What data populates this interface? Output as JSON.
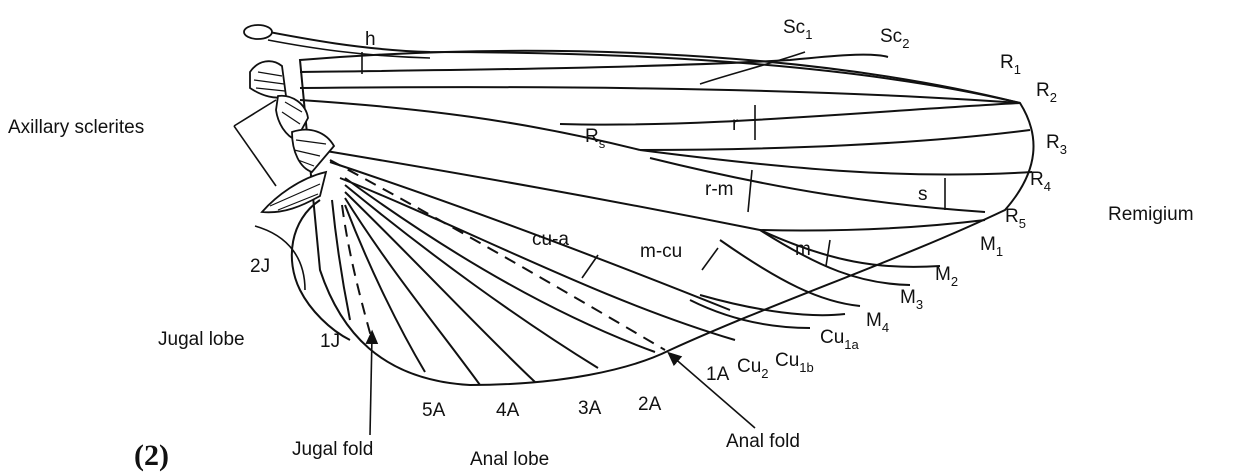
{
  "figure_number": "(2)",
  "region_labels": {
    "axillary_sclerites": "Axillary sclerites",
    "remigium": "Remigium",
    "jugal_lobe": "Jugal lobe",
    "jugal_fold": "Jugal fold",
    "anal_lobe": "Anal lobe",
    "anal_fold": "Anal fold"
  },
  "vein_labels": {
    "h": "h",
    "sc1": {
      "base": "Sc",
      "sub": "1"
    },
    "sc2": {
      "base": "Sc",
      "sub": "2"
    },
    "r1": {
      "base": "R",
      "sub": "1"
    },
    "r2": {
      "base": "R",
      "sub": "2"
    },
    "r3": {
      "base": "R",
      "sub": "3"
    },
    "r4": {
      "base": "R",
      "sub": "4"
    },
    "r5": {
      "base": "R",
      "sub": "5"
    },
    "rs": {
      "base": "R",
      "sub": "s"
    },
    "m1": {
      "base": "M",
      "sub": "1"
    },
    "m2": {
      "base": "M",
      "sub": "2"
    },
    "m3": {
      "base": "M",
      "sub": "3"
    },
    "m4": {
      "base": "M",
      "sub": "4"
    },
    "cu1a": {
      "base": "Cu",
      "sub": "1a"
    },
    "cu1b": {
      "base": "Cu",
      "sub": "1b"
    },
    "cu2": {
      "base": "Cu",
      "sub": "2"
    },
    "a1": "1A",
    "a2": "2A",
    "a3": "3A",
    "a4": "4A",
    "a5": "5A",
    "j1": "1J",
    "j2": "2J"
  },
  "crossvein_labels": {
    "r": "r",
    "s": "s",
    "r_m": "r-m",
    "m": "m",
    "m_cu": "m-cu",
    "cu_a": "cu-a"
  }
}
